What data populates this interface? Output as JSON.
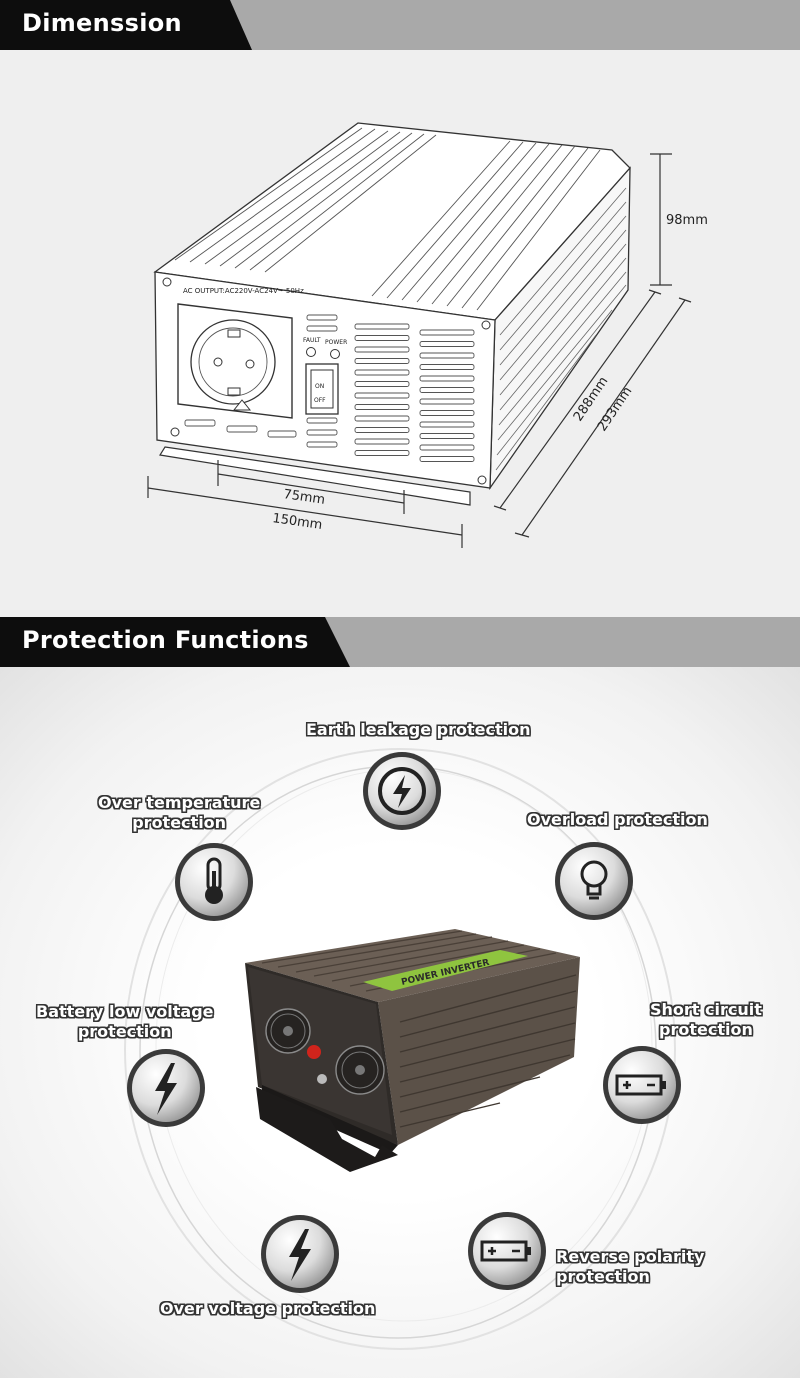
{
  "sections": {
    "dimension": {
      "title": "Dimenssion",
      "front_label": "AC OUTPUT:AC220V-AC24V~ 50Hz",
      "fault_label": "FAULT",
      "power_label": "POWER",
      "switch_on": "ON",
      "switch_off": "OFF",
      "measurements": {
        "height": "98mm",
        "inner_length": "288mm",
        "outer_length": "293mm",
        "inner_width": "75mm",
        "outer_width": "150mm"
      }
    },
    "protection": {
      "title": "Protection Functions",
      "product_label": "POWER INVERTER",
      "functions": [
        {
          "lines": [
            "Earth leakage protection"
          ],
          "icon": "lightning-circle-icon"
        },
        {
          "lines": [
            "Overload protection"
          ],
          "icon": "lightbulb-icon"
        },
        {
          "lines": [
            "Short circuit",
            "protection"
          ],
          "icon": "battery-icon"
        },
        {
          "lines": [
            "Reverse polarity",
            "protection"
          ],
          "icon": "battery-icon"
        },
        {
          "lines": [
            "Over voltage protection"
          ],
          "icon": "lightning-bolt-icon"
        },
        {
          "lines": [
            "Battery low voltage",
            "protection"
          ],
          "icon": "lightning-bolt-icon"
        },
        {
          "lines": [
            "Over temperature",
            "protection"
          ],
          "icon": "thermometer-icon"
        }
      ]
    }
  },
  "colors": {
    "banner_dark": "#0d0d0d",
    "banner_gray": "#a9a9a9",
    "dimension_bg": "#efefef",
    "inverter_body": "#5b5148",
    "inverter_label": "#8fc43f",
    "switch_red": "#d0241c"
  }
}
